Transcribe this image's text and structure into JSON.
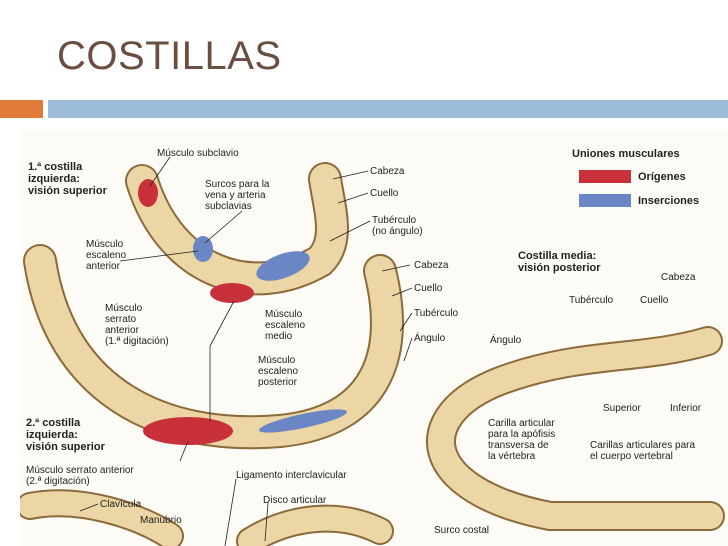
{
  "slide": {
    "title": "COSTILLAS",
    "colors": {
      "title": "#6a4e42",
      "accent_orange": "#e07b39",
      "accent_blue": "#9cbcd7",
      "bone": "#ecd6a5",
      "origin": "#c8313a",
      "insertion": "#6b86c4"
    }
  },
  "figure": {
    "first_rib_title": "1.ª costilla\nizquierda:\nvisión superior",
    "second_rib_title": "2.ª costilla\nizquierda:\nvisión superior",
    "mid_rib_title": "Costilla media:\nvisión posterior",
    "labels": {
      "musculo_subclavio": "Músculo subclavio",
      "surcos": "Surcos para la\nvena y arteria\nsubclavias",
      "escaleno_anterior": "Músculo\nescaleno\nanterior",
      "cabeza_1": "Cabeza",
      "cuello_1": "Cuello",
      "tuberculo_1": "Tubérculo\n(no ángulo)",
      "serrato_1": "Músculo\nserrato\nanterior\n(1.ª digitación)",
      "escaleno_medio": "Músculo\nescaleno\nmedio",
      "escaleno_posterior": "Músculo\nescaleno\nposterior",
      "cabeza_2": "Cabeza",
      "cuello_2": "Cuello",
      "tuberculo_2": "Tubérculo",
      "angulo_2": "Ángulo",
      "serrato_2": "Músculo serrato anterior\n(2.ª digitación)",
      "ligamento": "Ligamento interclavicular",
      "disco": "Disco articular",
      "clavicula": "Clavícula",
      "manubrio": "Manubrio",
      "cabeza_m": "Cabeza",
      "tuberculo_m": "Tubérculo",
      "cuello_m": "Cuello",
      "angulo_m": "Ángulo",
      "superior": "Superior",
      "inferior": "Inferior",
      "carilla_transversa": "Carilla articular\npara la apófisis\ntransversa de\nla vértebra",
      "carillas_cuerpo": "Carillas articulares para\nel cuerpo vertebral",
      "surco_costal": "Surco costal"
    },
    "legend": {
      "title": "Uniones musculares",
      "origins": "Orígenes",
      "insertions": "Inserciones"
    }
  }
}
